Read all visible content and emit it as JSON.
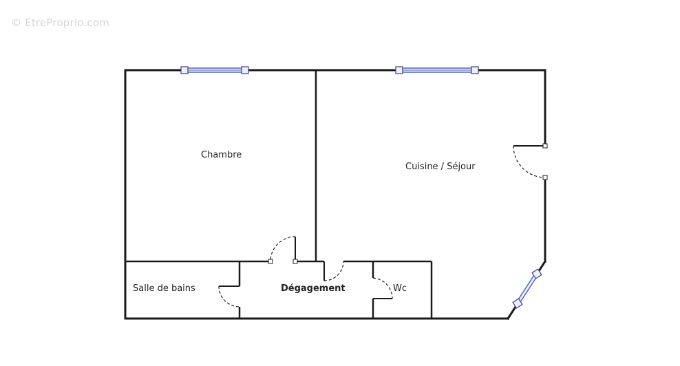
{
  "watermark": "© EtreProprio.com",
  "rooms": {
    "chambre": "Chambre",
    "sejour": "Cuisine / Séjour",
    "salle_de_bains": "Salle de bains",
    "degagement": "Dégagement",
    "wc": "Wc"
  },
  "colors": {
    "wall": "#1a1a1a",
    "window": "#4a66c9",
    "watermark": "#d6d6d6",
    "background": "#ffffff"
  }
}
